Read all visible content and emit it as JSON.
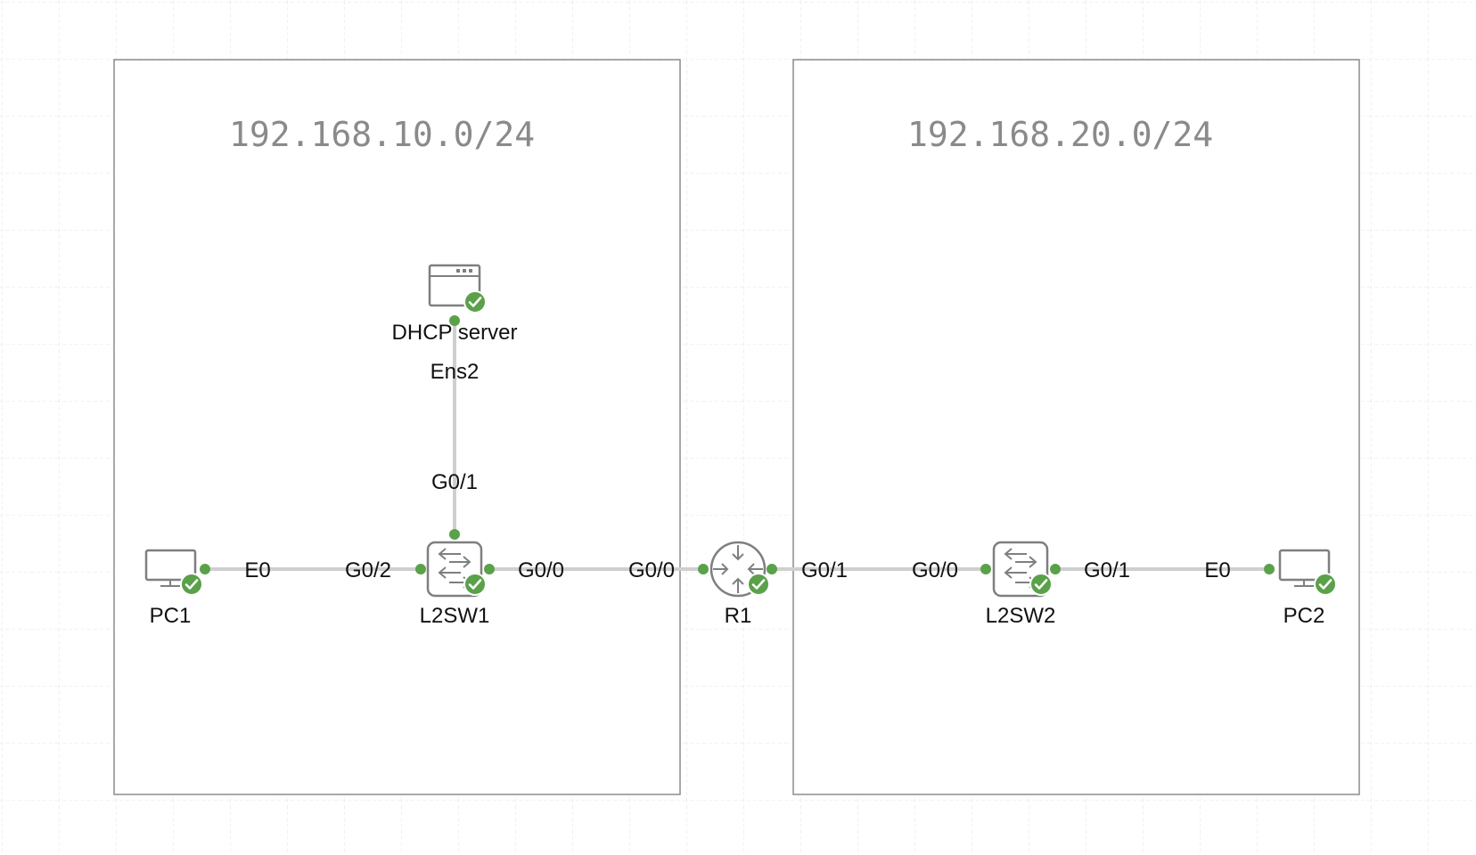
{
  "networks": {
    "left": "192.168.10.0/24",
    "right": "192.168.20.0/24"
  },
  "nodes": {
    "dhcp": {
      "label": "DHCP server",
      "icon": "server-icon",
      "status": "ok"
    },
    "pc1": {
      "label": "PC1",
      "icon": "pc-icon",
      "status": "ok"
    },
    "l2sw1": {
      "label": "L2SW1",
      "icon": "switch-icon",
      "status": "ok"
    },
    "r1": {
      "label": "R1",
      "icon": "router-icon",
      "status": "ok"
    },
    "l2sw2": {
      "label": "L2SW2",
      "icon": "switch-icon",
      "status": "ok"
    },
    "pc2": {
      "label": "PC2",
      "icon": "pc-icon",
      "status": "ok"
    }
  },
  "links": [
    {
      "from": "dhcp",
      "from_port": "Ens2",
      "to": "l2sw1",
      "to_port": "G0/1"
    },
    {
      "from": "pc1",
      "from_port": "E0",
      "to": "l2sw1",
      "to_port": "G0/2"
    },
    {
      "from": "l2sw1",
      "from_port": "G0/0",
      "to": "r1",
      "to_port": "G0/0"
    },
    {
      "from": "r1",
      "from_port": "G0/1",
      "to": "l2sw2",
      "to_port": "G0/0"
    },
    {
      "from": "l2sw2",
      "from_port": "G0/1",
      "to": "pc2",
      "to_port": "E0"
    }
  ],
  "colors": {
    "status_ok": "#5aa14a",
    "link": "#cfcfcf",
    "device": "#7f7f7f",
    "grid": "#e6e6e6",
    "network_label": "#8a8a8a"
  }
}
